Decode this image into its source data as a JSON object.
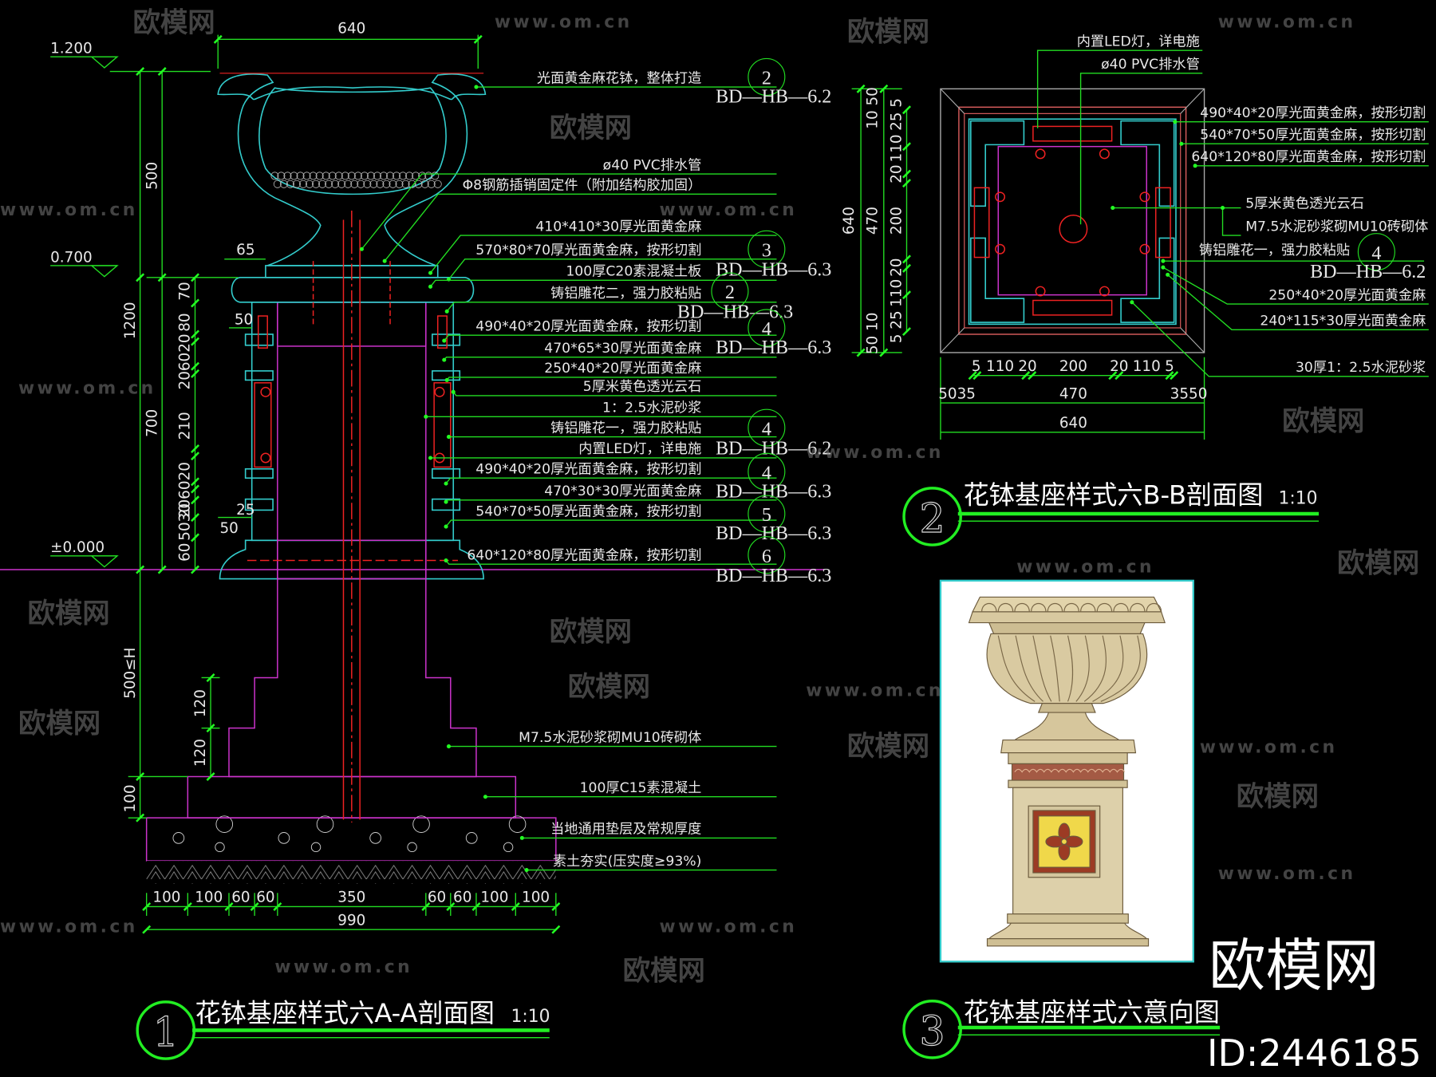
{
  "colors": {
    "background": "#000000",
    "dimension": "#22dd22",
    "outline": "#33cccc",
    "detail": "#ee2222",
    "core": "#cc33cc",
    "text": "#e8e8e8"
  },
  "watermark": {
    "brand": "欧模网",
    "url": "www.om.cn",
    "id": "ID:2446185"
  },
  "section1": {
    "index": "1",
    "title": "花钵基座样式六A-A剖面图",
    "scale": "1:10",
    "elevations": [
      "1.200",
      "0.700",
      "±0.000"
    ],
    "top_dim": "640",
    "dim_total": "1200",
    "dim_upper": "500",
    "dim_lower": "700",
    "dim_chain": [
      "70",
      "80",
      "206020",
      "210",
      "206020",
      "5030",
      "60"
    ],
    "dim_small": [
      "65",
      "50",
      "25",
      "50"
    ],
    "dim_below": [
      "500≤H",
      "120",
      "120",
      "100"
    ],
    "callouts": [
      "光面黄金麻花钵，整体打造",
      "ø40 PVC排水管",
      "Φ8钢筋插销固定件（附加结构胶加固）",
      "410*410*30厚光面黄金麻",
      "570*80*70厚光面黄金麻，按形切割",
      "100厚C20素混凝土板",
      "铸铝雕花二，强力胶粘贴",
      "490*40*20厚光面黄金麻，按形切割",
      "470*65*30厚光面黄金麻",
      "250*40*20厚光面黄金麻",
      "5厚米黄色透光云石",
      "1：2.5水泥砂浆",
      "铸铝雕花一，强力胶粘贴",
      "内置LED灯，详电施",
      "490*40*20厚光面黄金麻，按形切割",
      "470*30*30厚光面黄金麻",
      "540*70*50厚光面黄金麻，按形切割",
      "640*120*80厚光面黄金麻，按形切割",
      "M7.5水泥砂浆砌MU10砖砌体",
      "100厚C15素混凝土",
      "当地通用垫层及常规厚度",
      "素土夯实(压实度≥93%)"
    ],
    "refs": [
      {
        "num": "2",
        "sheet": "BD—HB—6.2"
      },
      {
        "num": "3",
        "sheet": "BD—HB—6.3"
      },
      {
        "num": "2",
        "sheet": "BD—HB—6.3"
      },
      {
        "num": "4",
        "sheet": "BD—HB—6.3"
      },
      {
        "num": "4",
        "sheet": "BD—HB—6.2"
      },
      {
        "num": "4",
        "sheet": "BD—HB—6.3"
      },
      {
        "num": "5",
        "sheet": "BD—HB—6.3"
      },
      {
        "num": "6",
        "sheet": "BD—HB—6.3"
      }
    ],
    "bottom_dims": [
      "100",
      "100",
      "60",
      "60",
      "350",
      "60",
      "60",
      "100",
      "100"
    ],
    "bottom_total": "990"
  },
  "section2": {
    "index": "2",
    "title": "花钵基座样式六B-B剖面图",
    "scale": "1:10",
    "top_callouts": [
      "内置LED灯，详电施",
      "ø40 PVC排水管"
    ],
    "callouts": [
      "490*40*20厚光面黄金麻，按形切割",
      "540*70*50厚光面黄金麻，按形切割",
      "640*120*80厚光面黄金麻，按形切割",
      "5厚米黄色透光云石",
      "M7.5水泥砂浆砌MU10砖砌体",
      "铸铝雕花一，强力胶粘贴",
      "250*40*20厚光面黄金麻",
      "240*115*30厚光面黄金麻",
      "30厚1：2.5水泥砂浆"
    ],
    "ref": {
      "num": "4",
      "sheet": "BD—HB—6.2"
    },
    "left_dims": [
      "640",
      "470",
      "10 50",
      "25 5",
      "110",
      "20",
      "200",
      "20",
      "110",
      "5 25",
      "50 10"
    ],
    "bottom_chain": [
      "5",
      "110",
      "20",
      "200",
      "20",
      "110",
      "5"
    ],
    "bottom_mid": [
      "5035",
      "470",
      "3550"
    ],
    "bottom_total": "640"
  },
  "section3": {
    "index": "3",
    "title": "花钵基座样式六意向图"
  }
}
